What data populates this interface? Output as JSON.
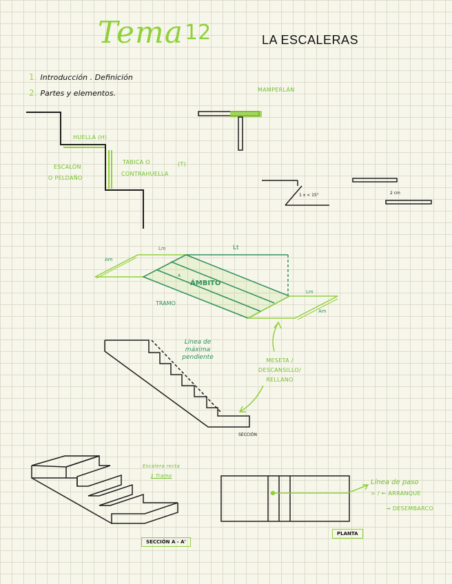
{
  "header": {
    "title": "Tema",
    "number": "12",
    "subtitle": "LA ESCALERAS"
  },
  "toc": [
    {
      "num": "1.",
      "text": "Introducción . Definición"
    },
    {
      "num": "2.",
      "text": "Partes y elementos."
    }
  ],
  "labels": {
    "mamperlan": "MAMPERLÁN",
    "huella": "HUELLA (H)",
    "tabica": "TABICA O",
    "tabica_t": "(T)",
    "contrahuella": "CONTRAHUELLA",
    "escalon": "ESCALÓN",
    "peldano": "O PELDAÑO",
    "angle": "1 x < 15°",
    "small_note": "2 cm",
    "lm_left": "Lm",
    "lt": "Lt",
    "am_left": "Am",
    "a_small": "A",
    "ambito": "ÁMBITO",
    "tramo": "TRAMO",
    "lm_right": "Lm",
    "am_right": "Am",
    "linea_maxima_1": "Linea de",
    "linea_maxima_2": "máxima",
    "linea_maxima_3": "pendiente",
    "meseta_1": "MESETA /",
    "meseta_2": "DESCANSILLO/",
    "meseta_3": "RELLANO",
    "seccion_small": "SECCIÓN",
    "escalera_note_1": "Escalera recta",
    "escalera_note_2": "1 Tramo",
    "seccion_box": "SECCIÓN A - A'",
    "planta_box": "PLANTA",
    "linea_paso": "Línea de paso",
    "arranque": "ARRANQUE",
    "arranque_prefix": "> / ←",
    "desembarco": "DESEMBARCO",
    "desembarco_prefix": "→"
  },
  "colors": {
    "accent_green": "#8fd13a",
    "dark_green": "#2d8f5a",
    "ink": "#1c1c1c",
    "paper": "#f7f6ea"
  }
}
